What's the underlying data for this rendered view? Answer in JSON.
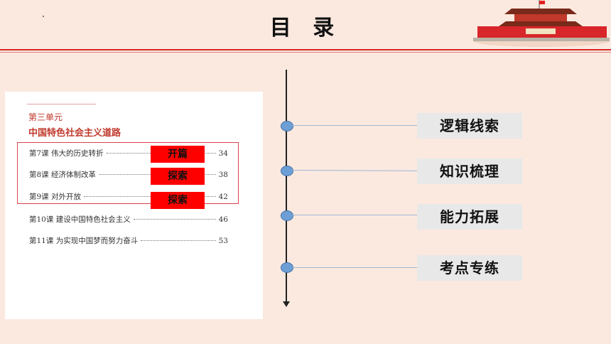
{
  "header": {
    "title": "目 录"
  },
  "book": {
    "unit_number": "第三单元",
    "unit_name": "中国特色社会主义道路",
    "lessons": [
      {
        "label": "第7课  伟大的历史转折",
        "page": "34"
      },
      {
        "label": "第8课  经济体制改革",
        "page": "38"
      },
      {
        "label": "第9课  对外开放",
        "page": "42"
      },
      {
        "label": "第10课  建设中国特色社会主义",
        "page": "46"
      },
      {
        "label": "第11课  为实现中国梦而努力奋斗",
        "page": "53"
      }
    ],
    "tags": [
      "开篇",
      "探索",
      "探索"
    ]
  },
  "menu": {
    "items": [
      {
        "label": "逻辑线索"
      },
      {
        "label": "知识梳理"
      },
      {
        "label": "能力拓展"
      },
      {
        "label": "考点专练"
      }
    ]
  },
  "colors": {
    "accent_red": "#ff0000",
    "rule_red": "#d62b2b",
    "node_blue": "#6d9fd6",
    "background": "#fbe9df"
  }
}
